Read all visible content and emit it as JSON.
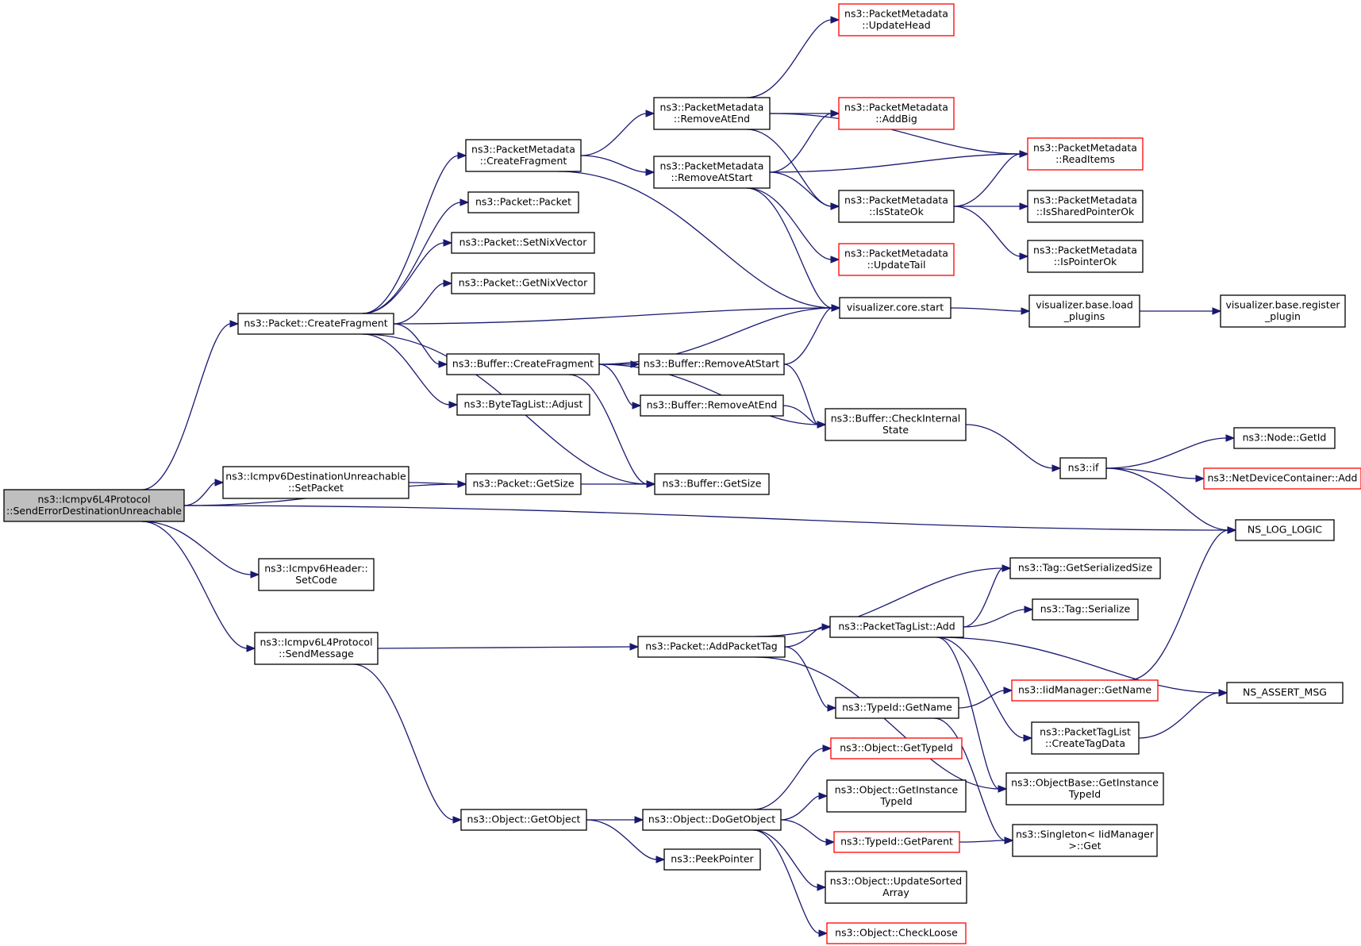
{
  "colors": {
    "edge": "#191970",
    "node_border": "#000000",
    "truncated_border": "#ff0000",
    "root_fill": "#bfbfbf"
  },
  "nodes": [
    {
      "id": "root",
      "label": [
        "ns3::Icmpv6L4Protocol",
        "::SendErrorDestinationUnreachable"
      ],
      "style": "root"
    },
    {
      "id": "pkt_createfragment",
      "label": [
        "ns3::Packet::CreateFragment"
      ]
    },
    {
      "id": "dest_setpacket",
      "label": [
        "ns3::Icmpv6DestinationUnreachable",
        "::SetPacket"
      ]
    },
    {
      "id": "pkt_getsize",
      "label": [
        "ns3::Packet::GetSize"
      ]
    },
    {
      "id": "ns_log_logic",
      "label": [
        "NS_LOG_LOGIC"
      ]
    },
    {
      "id": "hdr_setcode",
      "label": [
        "ns3::Icmpv6Header::",
        "SetCode"
      ]
    },
    {
      "id": "sendmessage",
      "label": [
        "ns3::Icmpv6L4Protocol",
        "::SendMessage"
      ]
    },
    {
      "id": "pm_createfragment",
      "label": [
        "ns3::PacketMetadata",
        "::CreateFragment"
      ]
    },
    {
      "id": "pkt_packet",
      "label": [
        "ns3::Packet::Packet"
      ]
    },
    {
      "id": "pkt_setnix",
      "label": [
        "ns3::Packet::SetNixVector"
      ]
    },
    {
      "id": "pkt_getnix",
      "label": [
        "ns3::Packet::GetNixVector"
      ]
    },
    {
      "id": "vis_core_start",
      "label": [
        "visualizer.core.start"
      ]
    },
    {
      "id": "buf_createfragment",
      "label": [
        "ns3::Buffer::CreateFragment"
      ]
    },
    {
      "id": "btl_adjust",
      "label": [
        "ns3::ByteTagList::Adjust"
      ]
    },
    {
      "id": "buf_getsize",
      "label": [
        "ns3::Buffer::GetSize"
      ]
    },
    {
      "id": "pm_removeatend",
      "label": [
        "ns3::PacketMetadata",
        "::RemoveAtEnd"
      ]
    },
    {
      "id": "pm_removeatstart",
      "label": [
        "ns3::PacketMetadata",
        "::RemoveAtStart"
      ]
    },
    {
      "id": "pm_updatehead",
      "label": [
        "ns3::PacketMetadata",
        "::UpdateHead"
      ],
      "style": "red"
    },
    {
      "id": "pm_addbig",
      "label": [
        "ns3::PacketMetadata",
        "::AddBig"
      ],
      "style": "red"
    },
    {
      "id": "pm_readitems",
      "label": [
        "ns3::PacketMetadata",
        "::ReadItems"
      ],
      "style": "red"
    },
    {
      "id": "pm_isstateok",
      "label": [
        "ns3::PacketMetadata",
        "::IsStateOk"
      ]
    },
    {
      "id": "pm_updatetail",
      "label": [
        "ns3::PacketMetadata",
        "::UpdateTail"
      ],
      "style": "red"
    },
    {
      "id": "pm_issharedpointerok",
      "label": [
        "ns3::PacketMetadata",
        "::IsSharedPointerOk"
      ]
    },
    {
      "id": "pm_ispointerok",
      "label": [
        "ns3::PacketMetadata",
        "::IsPointerOk"
      ]
    },
    {
      "id": "vis_load_plugins",
      "label": [
        "visualizer.base.load",
        "_plugins"
      ]
    },
    {
      "id": "vis_register_plugin",
      "label": [
        "visualizer.base.register",
        "_plugin"
      ]
    },
    {
      "id": "buf_removeatstart",
      "label": [
        "ns3::Buffer::RemoveAtStart"
      ]
    },
    {
      "id": "buf_removeatend",
      "label": [
        "ns3::Buffer::RemoveAtEnd"
      ]
    },
    {
      "id": "buf_checkinternalstate",
      "label": [
        "ns3::Buffer::CheckInternal",
        "State"
      ]
    },
    {
      "id": "ns3_if",
      "label": [
        "ns3::if"
      ]
    },
    {
      "id": "node_getid",
      "label": [
        "ns3::Node::GetId"
      ]
    },
    {
      "id": "ndc_add",
      "label": [
        "ns3::NetDeviceContainer::Add"
      ],
      "style": "red"
    },
    {
      "id": "pkt_addpackettag",
      "label": [
        "ns3::Packet::AddPacketTag"
      ]
    },
    {
      "id": "ptl_add",
      "label": [
        "ns3::PacketTagList::Add"
      ]
    },
    {
      "id": "tag_getserializedsize",
      "label": [
        "ns3::Tag::GetSerializedSize"
      ]
    },
    {
      "id": "tag_serialize",
      "label": [
        "ns3::Tag::Serialize"
      ]
    },
    {
      "id": "typeid_getname",
      "label": [
        "ns3::TypeId::GetName"
      ]
    },
    {
      "id": "iidmanager_getname",
      "label": [
        "ns3::IidManager::GetName"
      ],
      "style": "red"
    },
    {
      "id": "ns_assert_msg",
      "label": [
        "NS_ASSERT_MSG"
      ]
    },
    {
      "id": "ptl_createtagdata",
      "label": [
        "ns3::PacketTagList",
        "::CreateTagData"
      ]
    },
    {
      "id": "objbase_getinstancetypeid",
      "label": [
        "ns3::ObjectBase::GetInstance",
        "TypeId"
      ]
    },
    {
      "id": "singleton_get",
      "label": [
        "ns3::Singleton< IidManager",
        ">::Get"
      ]
    },
    {
      "id": "obj_getobject",
      "label": [
        "ns3::Object::GetObject"
      ]
    },
    {
      "id": "obj_dogetobject",
      "label": [
        "ns3::Object::DoGetObject"
      ]
    },
    {
      "id": "peekpointer",
      "label": [
        "ns3::PeekPointer"
      ]
    },
    {
      "id": "obj_gettypeid",
      "label": [
        "ns3::Object::GetTypeId"
      ],
      "style": "red"
    },
    {
      "id": "obj_getinstancetypeid",
      "label": [
        "ns3::Object::GetInstance",
        "TypeId"
      ]
    },
    {
      "id": "typeid_getparent",
      "label": [
        "ns3::TypeId::GetParent"
      ],
      "style": "red"
    },
    {
      "id": "obj_updatesortedarray",
      "label": [
        "ns3::Object::UpdateSorted",
        "Array"
      ]
    },
    {
      "id": "obj_checkloose",
      "label": [
        "ns3::Object::CheckLoose"
      ],
      "style": "red"
    }
  ],
  "edges": [
    [
      "root",
      "pkt_createfragment"
    ],
    [
      "root",
      "dest_setpacket"
    ],
    [
      "root",
      "pkt_getsize"
    ],
    [
      "root",
      "ns_log_logic"
    ],
    [
      "root",
      "hdr_setcode"
    ],
    [
      "root",
      "sendmessage"
    ],
    [
      "dest_setpacket",
      "pkt_getsize"
    ],
    [
      "pkt_getsize",
      "buf_getsize"
    ],
    [
      "pkt_createfragment",
      "pm_createfragment"
    ],
    [
      "pkt_createfragment",
      "pkt_packet"
    ],
    [
      "pkt_createfragment",
      "pkt_setnix"
    ],
    [
      "pkt_createfragment",
      "pkt_getnix"
    ],
    [
      "pkt_createfragment",
      "vis_core_start"
    ],
    [
      "pkt_createfragment",
      "buf_createfragment"
    ],
    [
      "pkt_createfragment",
      "btl_adjust"
    ],
    [
      "pkt_createfragment",
      "buf_getsize"
    ],
    [
      "pm_createfragment",
      "pm_removeatend"
    ],
    [
      "pm_createfragment",
      "pm_removeatstart"
    ],
    [
      "pm_createfragment",
      "vis_core_start"
    ],
    [
      "pm_removeatend",
      "pm_updatehead"
    ],
    [
      "pm_removeatend",
      "pm_addbig"
    ],
    [
      "pm_removeatend",
      "pm_readitems"
    ],
    [
      "pm_removeatend",
      "pm_isstateok"
    ],
    [
      "pm_removeatstart",
      "pm_addbig"
    ],
    [
      "pm_removeatstart",
      "pm_readitems"
    ],
    [
      "pm_removeatstart",
      "pm_isstateok"
    ],
    [
      "pm_removeatstart",
      "pm_updatetail"
    ],
    [
      "pm_removeatstart",
      "vis_core_start"
    ],
    [
      "pm_isstateok",
      "pm_readitems"
    ],
    [
      "pm_isstateok",
      "pm_issharedpointerok"
    ],
    [
      "pm_isstateok",
      "pm_ispointerok"
    ],
    [
      "vis_core_start",
      "vis_load_plugins"
    ],
    [
      "vis_load_plugins",
      "vis_register_plugin"
    ],
    [
      "buf_createfragment",
      "vis_core_start"
    ],
    [
      "buf_createfragment",
      "buf_removeatstart"
    ],
    [
      "buf_createfragment",
      "buf_removeatend"
    ],
    [
      "buf_createfragment",
      "buf_checkinternalstate"
    ],
    [
      "buf_createfragment",
      "buf_getsize"
    ],
    [
      "buf_removeatstart",
      "vis_core_start"
    ],
    [
      "buf_removeatstart",
      "buf_checkinternalstate"
    ],
    [
      "buf_removeatend",
      "buf_checkinternalstate"
    ],
    [
      "buf_checkinternalstate",
      "ns3_if"
    ],
    [
      "ns3_if",
      "node_getid"
    ],
    [
      "ns3_if",
      "ndc_add"
    ],
    [
      "ns3_if",
      "ns_log_logic"
    ],
    [
      "sendmessage",
      "pkt_addpackettag"
    ],
    [
      "sendmessage",
      "obj_getobject"
    ],
    [
      "pkt_addpackettag",
      "tag_getserializedsize"
    ],
    [
      "pkt_addpackettag",
      "ptl_add"
    ],
    [
      "pkt_addpackettag",
      "typeid_getname"
    ],
    [
      "pkt_addpackettag",
      "objbase_getinstancetypeid"
    ],
    [
      "ptl_add",
      "tag_getserializedsize"
    ],
    [
      "ptl_add",
      "tag_serialize"
    ],
    [
      "ptl_add",
      "ns_assert_msg"
    ],
    [
      "ptl_add",
      "ptl_createtagdata"
    ],
    [
      "ptl_add",
      "objbase_getinstancetypeid"
    ],
    [
      "typeid_getname",
      "iidmanager_getname"
    ],
    [
      "typeid_getname",
      "singleton_get"
    ],
    [
      "iidmanager_getname",
      "ns_log_logic"
    ],
    [
      "ptl_createtagdata",
      "ns_assert_msg"
    ],
    [
      "obj_getobject",
      "obj_dogetobject"
    ],
    [
      "obj_getobject",
      "peekpointer"
    ],
    [
      "obj_dogetobject",
      "obj_gettypeid"
    ],
    [
      "obj_dogetobject",
      "obj_getinstancetypeid"
    ],
    [
      "obj_dogetobject",
      "typeid_getparent"
    ],
    [
      "obj_dogetobject",
      "obj_updatesortedarray"
    ],
    [
      "obj_dogetobject",
      "obj_checkloose"
    ],
    [
      "typeid_getparent",
      "singleton_get"
    ]
  ]
}
